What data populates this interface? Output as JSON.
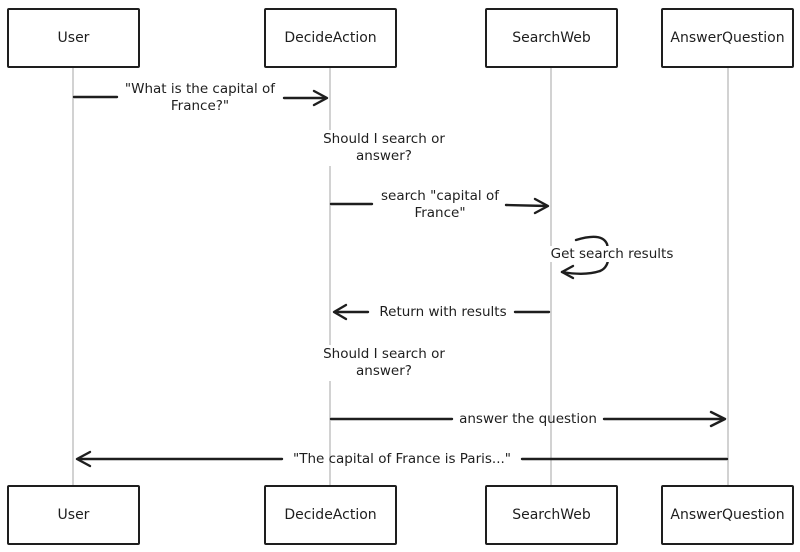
{
  "participants": [
    {
      "id": "user",
      "label": "User"
    },
    {
      "id": "decide",
      "label": "DecideAction"
    },
    {
      "id": "search",
      "label": "SearchWeb"
    },
    {
      "id": "answer",
      "label": "AnswerQuestion"
    }
  ],
  "messages": [
    {
      "from": "user",
      "to": "decide",
      "lines": [
        "\"What is the capital of",
        "France?\""
      ]
    },
    {
      "note_at": "decide",
      "lines": [
        "Should I search or",
        "answer?"
      ]
    },
    {
      "from": "decide",
      "to": "search",
      "lines": [
        "search \"capital of",
        "France\""
      ]
    },
    {
      "self": "search",
      "lines": [
        "Get search results"
      ]
    },
    {
      "from": "search",
      "to": "decide",
      "lines": [
        "Return with results"
      ]
    },
    {
      "note_at": "decide",
      "lines": [
        "Should I search or",
        "answer?"
      ]
    },
    {
      "from": "decide",
      "to": "answer",
      "lines": [
        "answer the question"
      ]
    },
    {
      "from": "answer",
      "to": "user",
      "lines": [
        "\"The capital of France is Paris...\""
      ]
    }
  ],
  "colors": {
    "stroke": "#1e1e1e",
    "lifeline": "#b3b3b3",
    "background": "#ffffff"
  }
}
